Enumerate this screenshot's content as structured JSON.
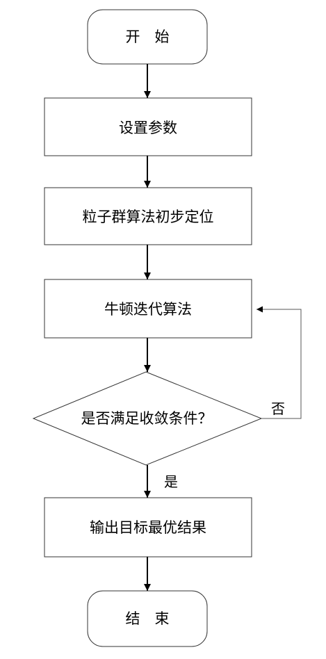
{
  "diagram": {
    "nodes": {
      "start": "开　始",
      "set_params": "设置参数",
      "pso": "粒子群算法初步定位",
      "newton": "牛顿迭代算法",
      "decision": "是否满足收敛条件？",
      "output": "输出目标最优结果",
      "end": "结　束"
    },
    "edges": {
      "no_label": "否",
      "yes_label": "是"
    }
  }
}
